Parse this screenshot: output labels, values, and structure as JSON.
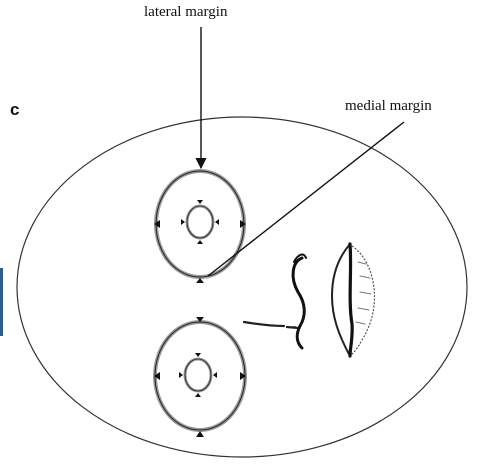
{
  "panel_letter": "c",
  "labels": {
    "lateral": "lateral margin",
    "medial": "medial margin"
  },
  "colors": {
    "stroke": "#222222",
    "ring_gray": "#9a9a9a",
    "accent_bar": "#2a5f8f"
  }
}
